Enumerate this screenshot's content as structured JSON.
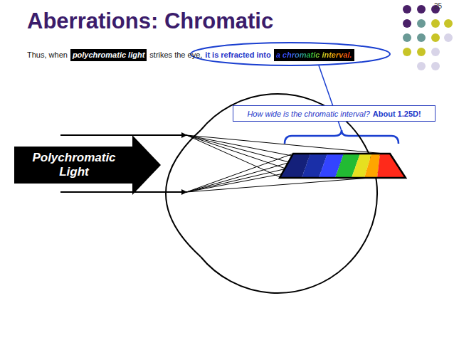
{
  "diagram": {
    "title": "Aberrations: Chromatic",
    "nodes": [
      {
        "text": [
          "How wide is the chromatic interval?",
          "About 1.25D!"
        ]
      },
      {
        "text": [
          "Polychromatic Light"
        ]
      }
    ],
    "labels": [
      "25",
      "Thus, when",
      "polychromatic light",
      "strikes the eye,",
      "it is refracted into",
      "a chromatic interval."
    ]
  }
}
